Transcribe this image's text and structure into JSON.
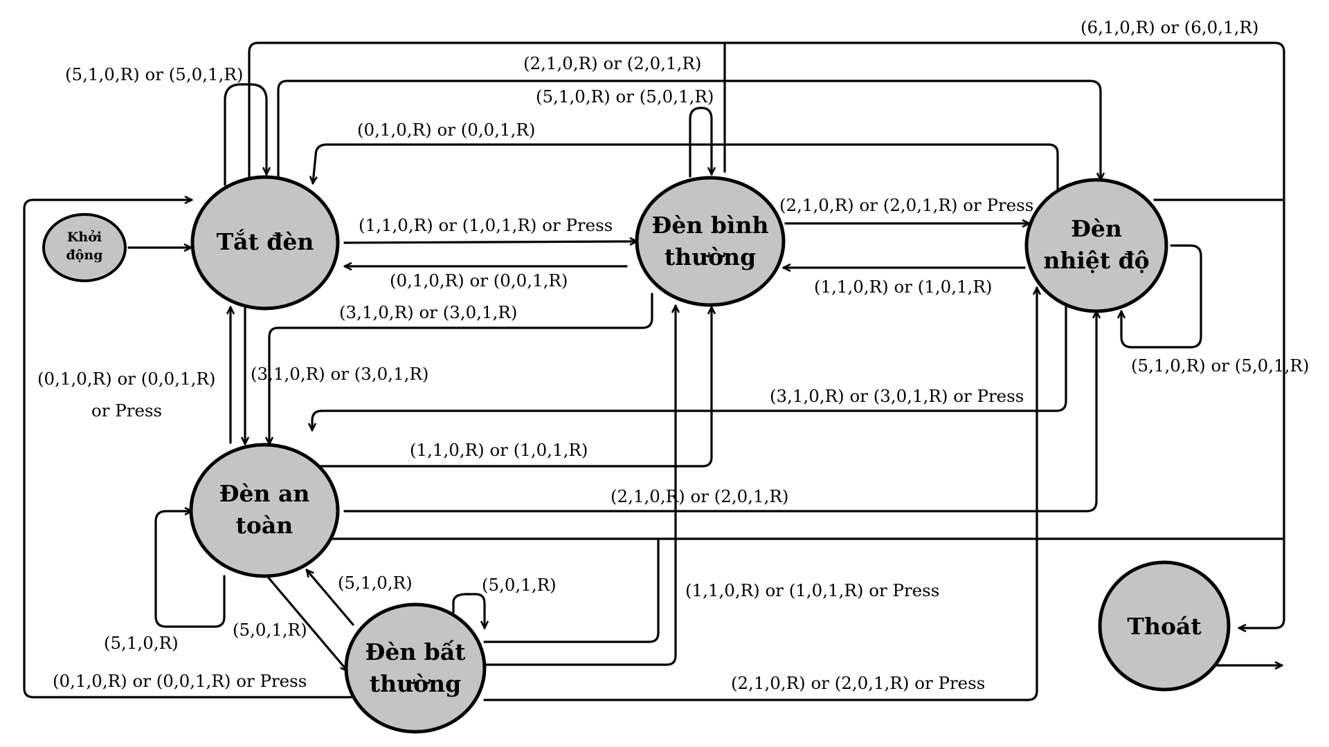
{
  "states": {
    "khoi_dong": [
      "Khởi",
      "động"
    ],
    "tat_den": [
      "Tắt đèn"
    ],
    "binh_thuong": [
      "Đèn bình",
      "thường"
    ],
    "nhiet_do": [
      "Đèn",
      "nhiệt độ"
    ],
    "an_toan": [
      "Đèn an",
      "toàn"
    ],
    "bat_thuong": [
      "Đèn bất",
      "thường"
    ],
    "thoat": [
      "Thoát"
    ]
  },
  "transitions": {
    "t6_exit": "(6,1,0,R) or (6,0,1,R)",
    "t5_tat_loop": "(5,1,0,R) or (5,0,1,R)",
    "t2_tat_nhiet": "(2,1,0,R) or (2,0,1,R)",
    "t5_binh_loop": "(5,1,0,R) or (5,0,1,R)",
    "t0_nhiet_tat": "(0,1,0,R) or (0,0,1,R)",
    "t1_tat_binh": "(1,1,0,R) or (1,0,1,R) or Press",
    "t2_binh_nhiet": "(2,1,0,R) or (2,0,1,R) or Press",
    "t0_binh_tat": "(0,1,0,R) or (0,0,1,R)",
    "t1_nhiet_binh": "(1,1,0,R) or (1,0,1,R)",
    "t3_binh_an": "(3,1,0,R) or (3,0,1,R)",
    "t0_an_tat_1": "(0,1,0,R) or (0,0,1,R)",
    "t0_an_tat_2": "or Press",
    "t3_tat_an": "(3,1,0,R) or (3,0,1,R)",
    "t5_nhiet_loop": "(5,1,0,R) or (5,0,1,R)",
    "t3_nhiet_an": "(3,1,0,R) or (3,0,1,R) or Press",
    "t1_an_binh": "(1,1,0,R) or (1,0,1,R)",
    "t2_an_nhiet": "(2,1,0,R) or (2,0,1,R)",
    "t5_bat_an": "(5,1,0,R)",
    "t50_bat_loop": "(5,0,1,R)",
    "t1_bat_binh": "(1,1,0,R) or (1,0,1,R) or Press",
    "t51_an_loop": "(5,1,0,R)",
    "t501_an_bat": "(5,0,1,R)",
    "t0_bat_tat": "(0,1,0,R) or (0,0,1,R) or Press",
    "t2_bat_nhiet": "(2,1,0,R) or (2,0,1,R) or Press"
  }
}
